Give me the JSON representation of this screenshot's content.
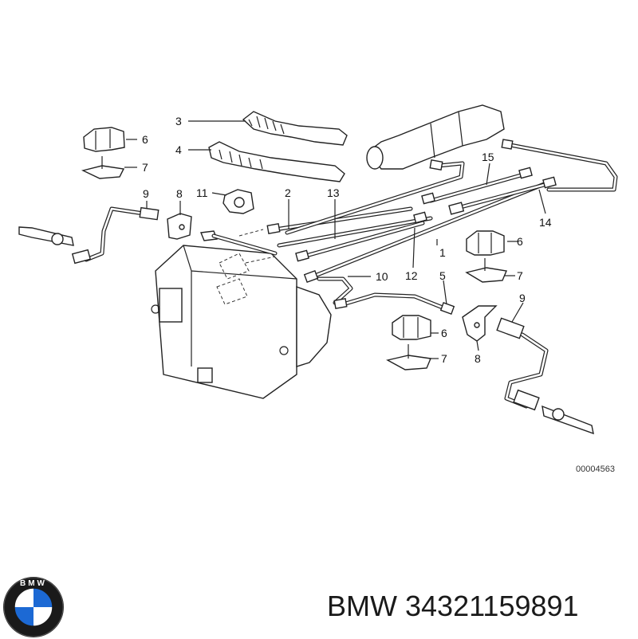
{
  "diagram": {
    "callouts": {
      "c1": "1",
      "c2": "2",
      "c3": "3",
      "c4": "4",
      "c5": "5",
      "c6a": "6",
      "c6b": "6",
      "c6c": "6",
      "c7a": "7",
      "c7b": "7",
      "c7c": "7",
      "c8a": "8",
      "c8b": "8",
      "c9a": "9",
      "c9b": "9",
      "c10": "10",
      "c11": "11",
      "c12": "12",
      "c13": "13",
      "c14": "14",
      "c15": "15"
    },
    "reference_number": "00004563"
  },
  "footer": {
    "brand": "BMW",
    "part_number": "34321159891",
    "logo_letters": "BMW",
    "colors": {
      "logo_blue": "#1c69d4",
      "logo_ring": "#1a1a1a",
      "logo_white": "#ffffff"
    }
  }
}
